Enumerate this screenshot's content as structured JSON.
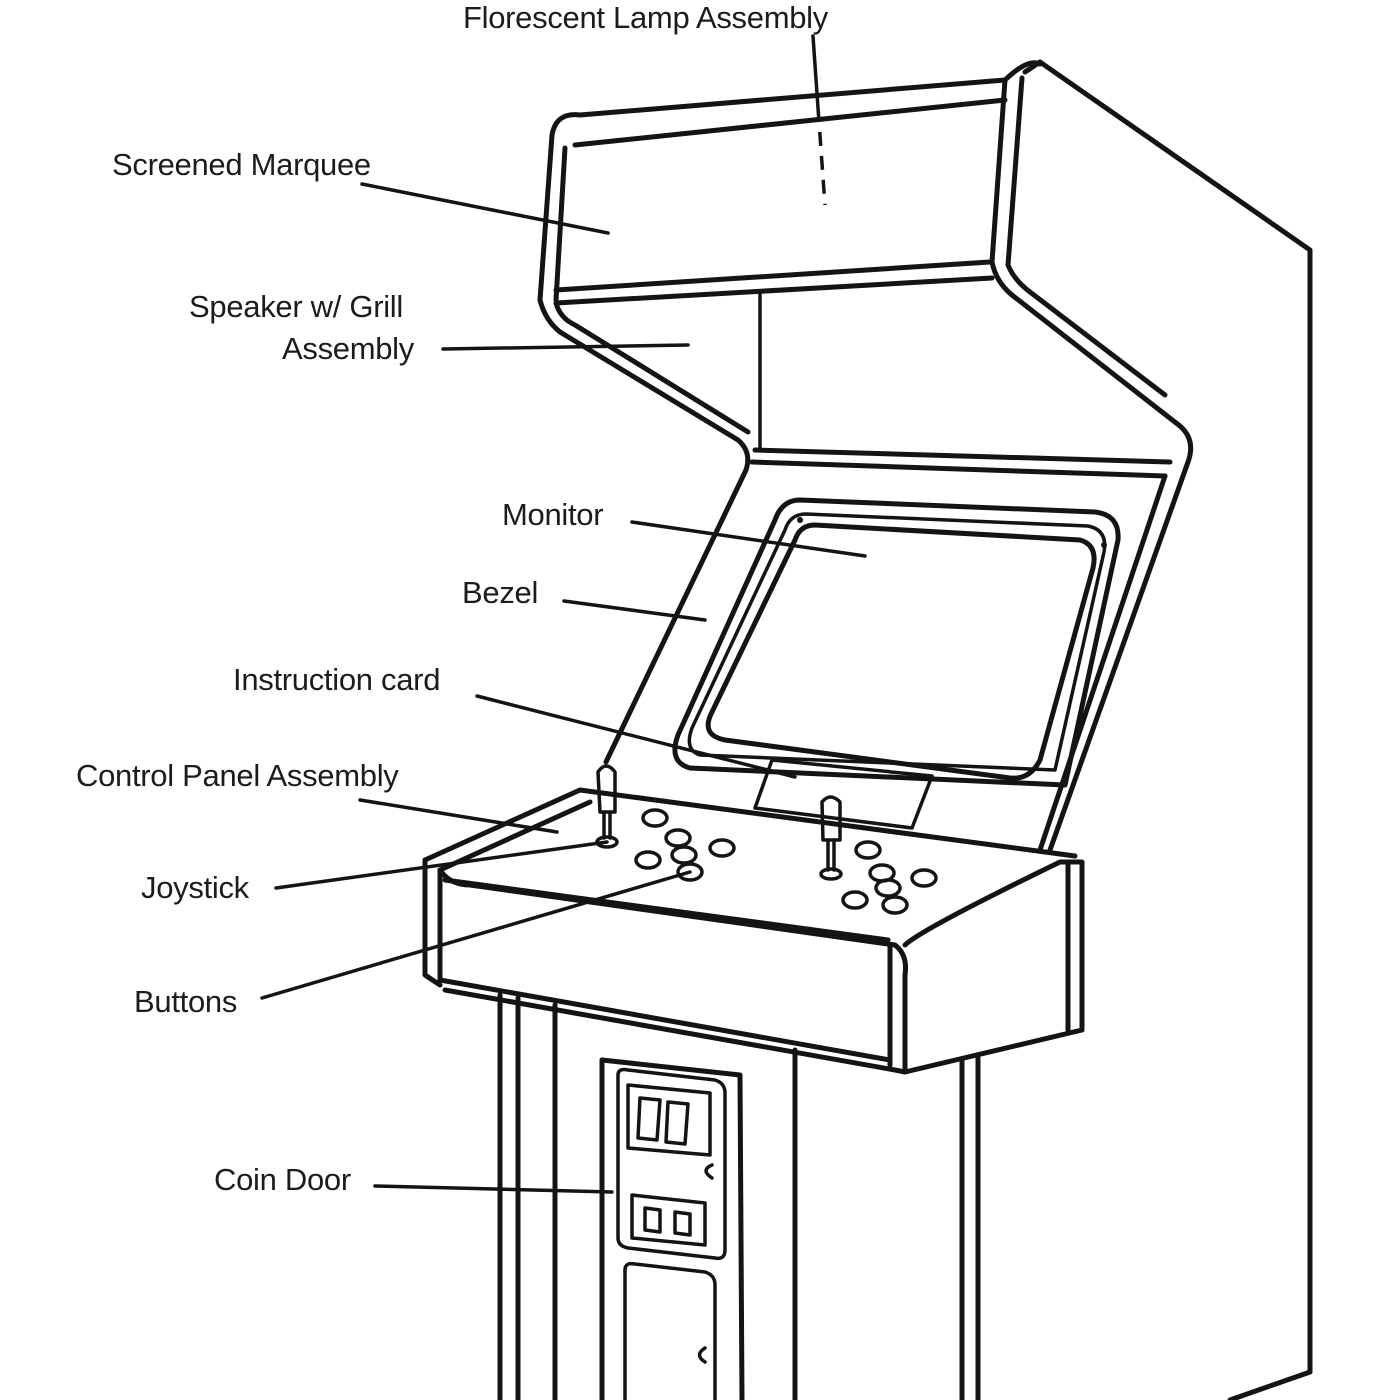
{
  "diagram": {
    "labels": {
      "lamp": "Florescent Lamp Assembly",
      "marquee": "Screened Marquee",
      "speaker_line1": "Speaker w/ Grill",
      "speaker_line2": "Assembly",
      "monitor": "Monitor",
      "bezel": "Bezel",
      "instruction_card": "Instruction card",
      "control_panel": "Control Panel Assembly",
      "joystick": "Joystick",
      "buttons": "Buttons",
      "coin_door": "Coin Door"
    },
    "colors": {
      "ink": "#141414",
      "background": "#ffffff"
    }
  }
}
